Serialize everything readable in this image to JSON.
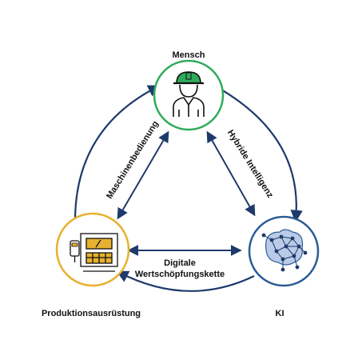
{
  "nodes": {
    "mensch": {
      "label": "Mensch",
      "color": "#2eab5a",
      "icon": "worker-icon"
    },
    "produktion": {
      "label": "Produktionsausrüstung",
      "color": "#e6b12e",
      "icon": "control-panel-icon"
    },
    "ki": {
      "label": "KI",
      "color": "#2a5b96",
      "icon": "neural-network-brain-icon"
    }
  },
  "edges": {
    "mensch_produktion": {
      "label": "Maschinenbedienung"
    },
    "mensch_ki": {
      "label": "Hybride Intelligenz"
    },
    "produktion_ki": {
      "label_line1": "Digitale",
      "label_line2": "Wertschöpfungskette"
    }
  },
  "colors": {
    "arrow": "#1e3a6b",
    "text": "#111111"
  }
}
